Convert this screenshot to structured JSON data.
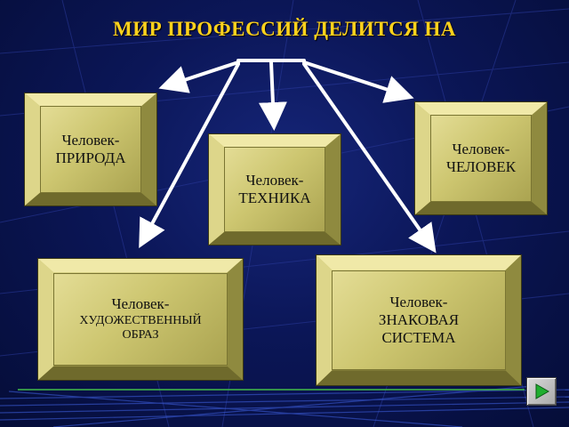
{
  "title": "МИР ПРОФЕССИЙ ДЕЛИТСЯ НА",
  "boxes": {
    "priroda": {
      "line1": "Человек-",
      "line2": "ПРИРОДА"
    },
    "tekhnika": {
      "line1": "Человек-",
      "line2": "ТЕХНИКА"
    },
    "chelovek": {
      "line1": "Человек-",
      "line2": "ЧЕЛОВЕК"
    },
    "khud": {
      "line1": "Человек-",
      "line2": "ХУДОЖЕСТВЕННЫЙ",
      "line3": "ОБРАЗ"
    },
    "znak": {
      "line1": "Человек-",
      "line2": "ЗНАКОВАЯ",
      "line3": "СИСТЕМА"
    }
  },
  "icons": {
    "next": "play-next-icon"
  },
  "colors": {
    "title": "#ffd21c",
    "background": "#0b1657",
    "box_face": "#cdc670",
    "arrow": "#ffffff",
    "nav_arrow": "#1fae2f"
  }
}
